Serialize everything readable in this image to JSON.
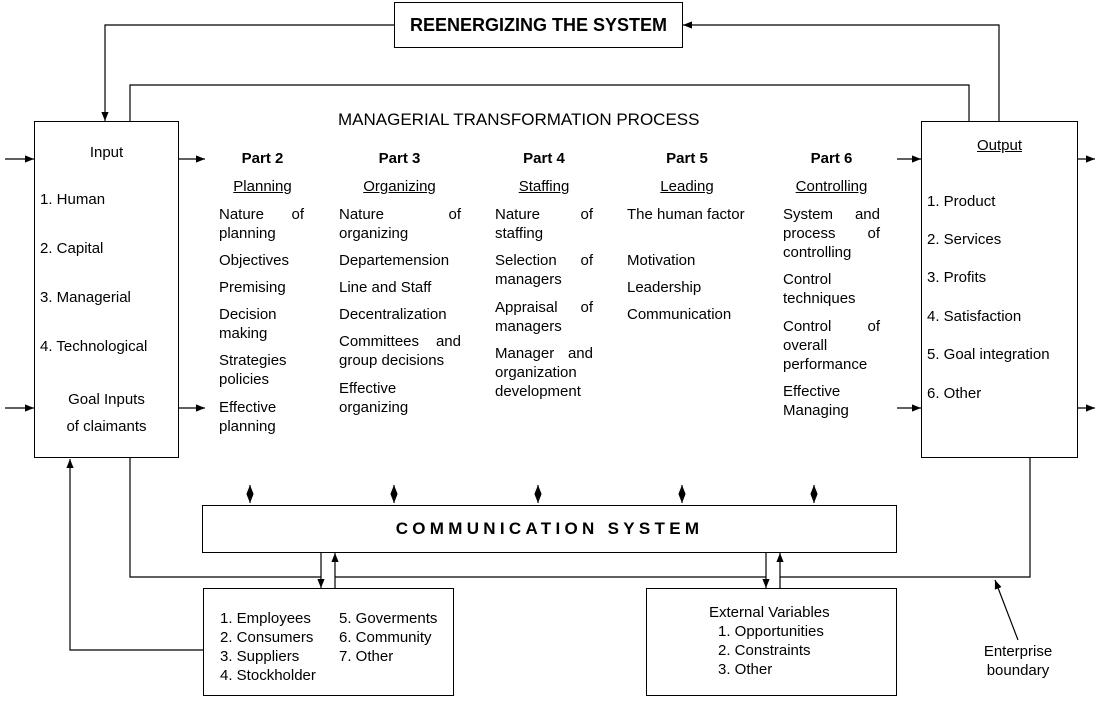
{
  "header": {
    "title": "REENERGIZING THE SYSTEM"
  },
  "process_title": "MANAGERIAL TRANSFORMATION PROCESS",
  "input": {
    "heading": "Input",
    "items": [
      "1.  Human",
      "2.  Capital",
      "3.  Managerial",
      "4.  Technological"
    ],
    "goal_line1": "Goal Inputs",
    "goal_line2": "of claimants"
  },
  "parts": [
    {
      "title": "Part 2",
      "heading": "Planning",
      "items": [
        "Nature of planning",
        "Objectives",
        "Premising",
        "Decision making",
        "Strategies policies",
        "Effective planning"
      ]
    },
    {
      "title": "Part 3",
      "heading": "Organizing",
      "items": [
        "Nature of organizing",
        "Departemension",
        "Line and Staff",
        "Decentralization",
        "Committees and group decisions",
        "Effective organizing"
      ]
    },
    {
      "title": "Part 4",
      "heading": "Staffing",
      "items": [
        "Nature of staffing",
        "Selection of managers",
        "Appraisal of managers",
        "Manager and organization development"
      ]
    },
    {
      "title": "Part 5",
      "heading": "Leading",
      "items": [
        "The human factor",
        "Motivation",
        "Leadership",
        "Communication"
      ]
    },
    {
      "title": "Part 6",
      "heading": "Controlling",
      "items": [
        "System and process of controlling",
        "Control techniques",
        "Control of overall performance",
        "Effective Managing"
      ]
    }
  ],
  "output": {
    "heading": "Output",
    "items": [
      "1.  Product",
      "2.  Services",
      "3.  Profits",
      "4.  Satisfaction",
      "5.  Goal integration",
      "6.  Other"
    ]
  },
  "communication": "COMMUNICATION SYSTEM",
  "stakeholders": {
    "left": [
      "1. Employees",
      "2. Consumers",
      "3. Suppliers",
      "4. Stockholder"
    ],
    "right": [
      "5. Goverments",
      "6. Community",
      "7. Other"
    ]
  },
  "external": {
    "heading": "External Variables",
    "items": [
      "1.  Opportunities",
      "2.  Constraints",
      "3.  Other"
    ]
  },
  "boundary_label": {
    "line1": "Enterprise",
    "line2": "boundary"
  }
}
